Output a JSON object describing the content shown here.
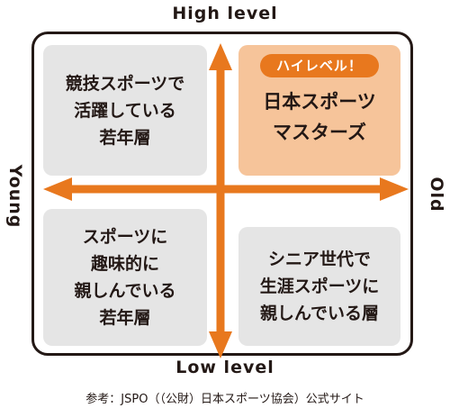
{
  "axes": {
    "top": "High level",
    "bottom": "Low level",
    "left": "Young",
    "right": "Old"
  },
  "quadrants": {
    "top_left": "競技スポーツで\n活躍している\n若年層",
    "top_right": {
      "badge": "ハイレベル！",
      "text": "日本スポーツ\nマスターズ"
    },
    "bottom_left": "スポーツに\n趣味的に\n親しんでいる\n若年層",
    "bottom_right": "シニア世代で\n生涯スポーツに\n親しんでいる層"
  },
  "source": "参考：JSPO（（公財）日本スポーツ協会）公式サイト",
  "colors": {
    "accent": "#e8781e",
    "highlight_fill": "#f6c49a",
    "quadrant_fill": "#e5e5e5",
    "frame": "#231815"
  }
}
